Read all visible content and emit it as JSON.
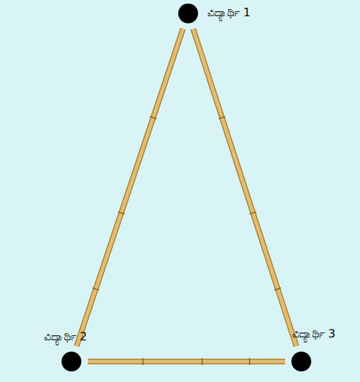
{
  "diagram": {
    "nodes": [
      {
        "text": [
          "ವಿದ್ಯಾರ್ಥಿ 1"
        ]
      },
      {
        "text": [
          "ವಿದ್ಯಾರ್ಥಿ 2"
        ]
      },
      {
        "text": [
          "ವಿದ್ಯಾರ್ಥಿ 3"
        ]
      }
    ],
    "edges": [
      {
        "from": 0,
        "to": 1,
        "arrow": "none"
      },
      {
        "from": 0,
        "to": 2,
        "arrow": "none"
      },
      {
        "from": 1,
        "to": 2,
        "arrow": "none"
      }
    ]
  }
}
